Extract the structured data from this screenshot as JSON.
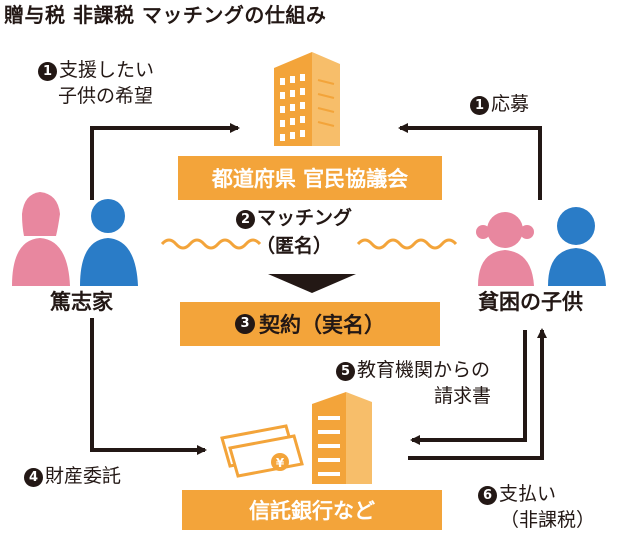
{
  "title": "贈与税 非課税 マッチングの仕組み",
  "colors": {
    "orange": "#f3a43a",
    "pink": "#e8879f",
    "blue": "#2a7cc7",
    "dark": "#231815",
    "wave": "#f3a43a"
  },
  "nodes": {
    "council": "都道府県 官民協議会",
    "donor": "篤志家",
    "children": "貧困の子供",
    "contract": "契約（実名）",
    "bank": "信託銀行など"
  },
  "steps": {
    "donor_request": {
      "num": "1",
      "lines": [
        "支援したい",
        "子供の希望"
      ]
    },
    "apply": {
      "num": "1",
      "lines": [
        "応募"
      ]
    },
    "matching": {
      "num": "2",
      "lines": [
        "マッチング",
        "（匿名）"
      ]
    },
    "contract": {
      "num": "3"
    },
    "trust": {
      "num": "4",
      "lines": [
        "財産委託"
      ]
    },
    "invoice": {
      "num": "5",
      "lines": [
        "教育機関からの",
        "請求書"
      ]
    },
    "payment": {
      "num": "6",
      "lines": [
        "支払い",
        "（非課税）"
      ]
    }
  },
  "icons": {
    "council_building": "office-building-icon",
    "bank_building": "bank-building-icon",
    "money": "banknote-yen-icon",
    "donor_people": "adult-people-icon",
    "child_people": "child-people-icon"
  }
}
